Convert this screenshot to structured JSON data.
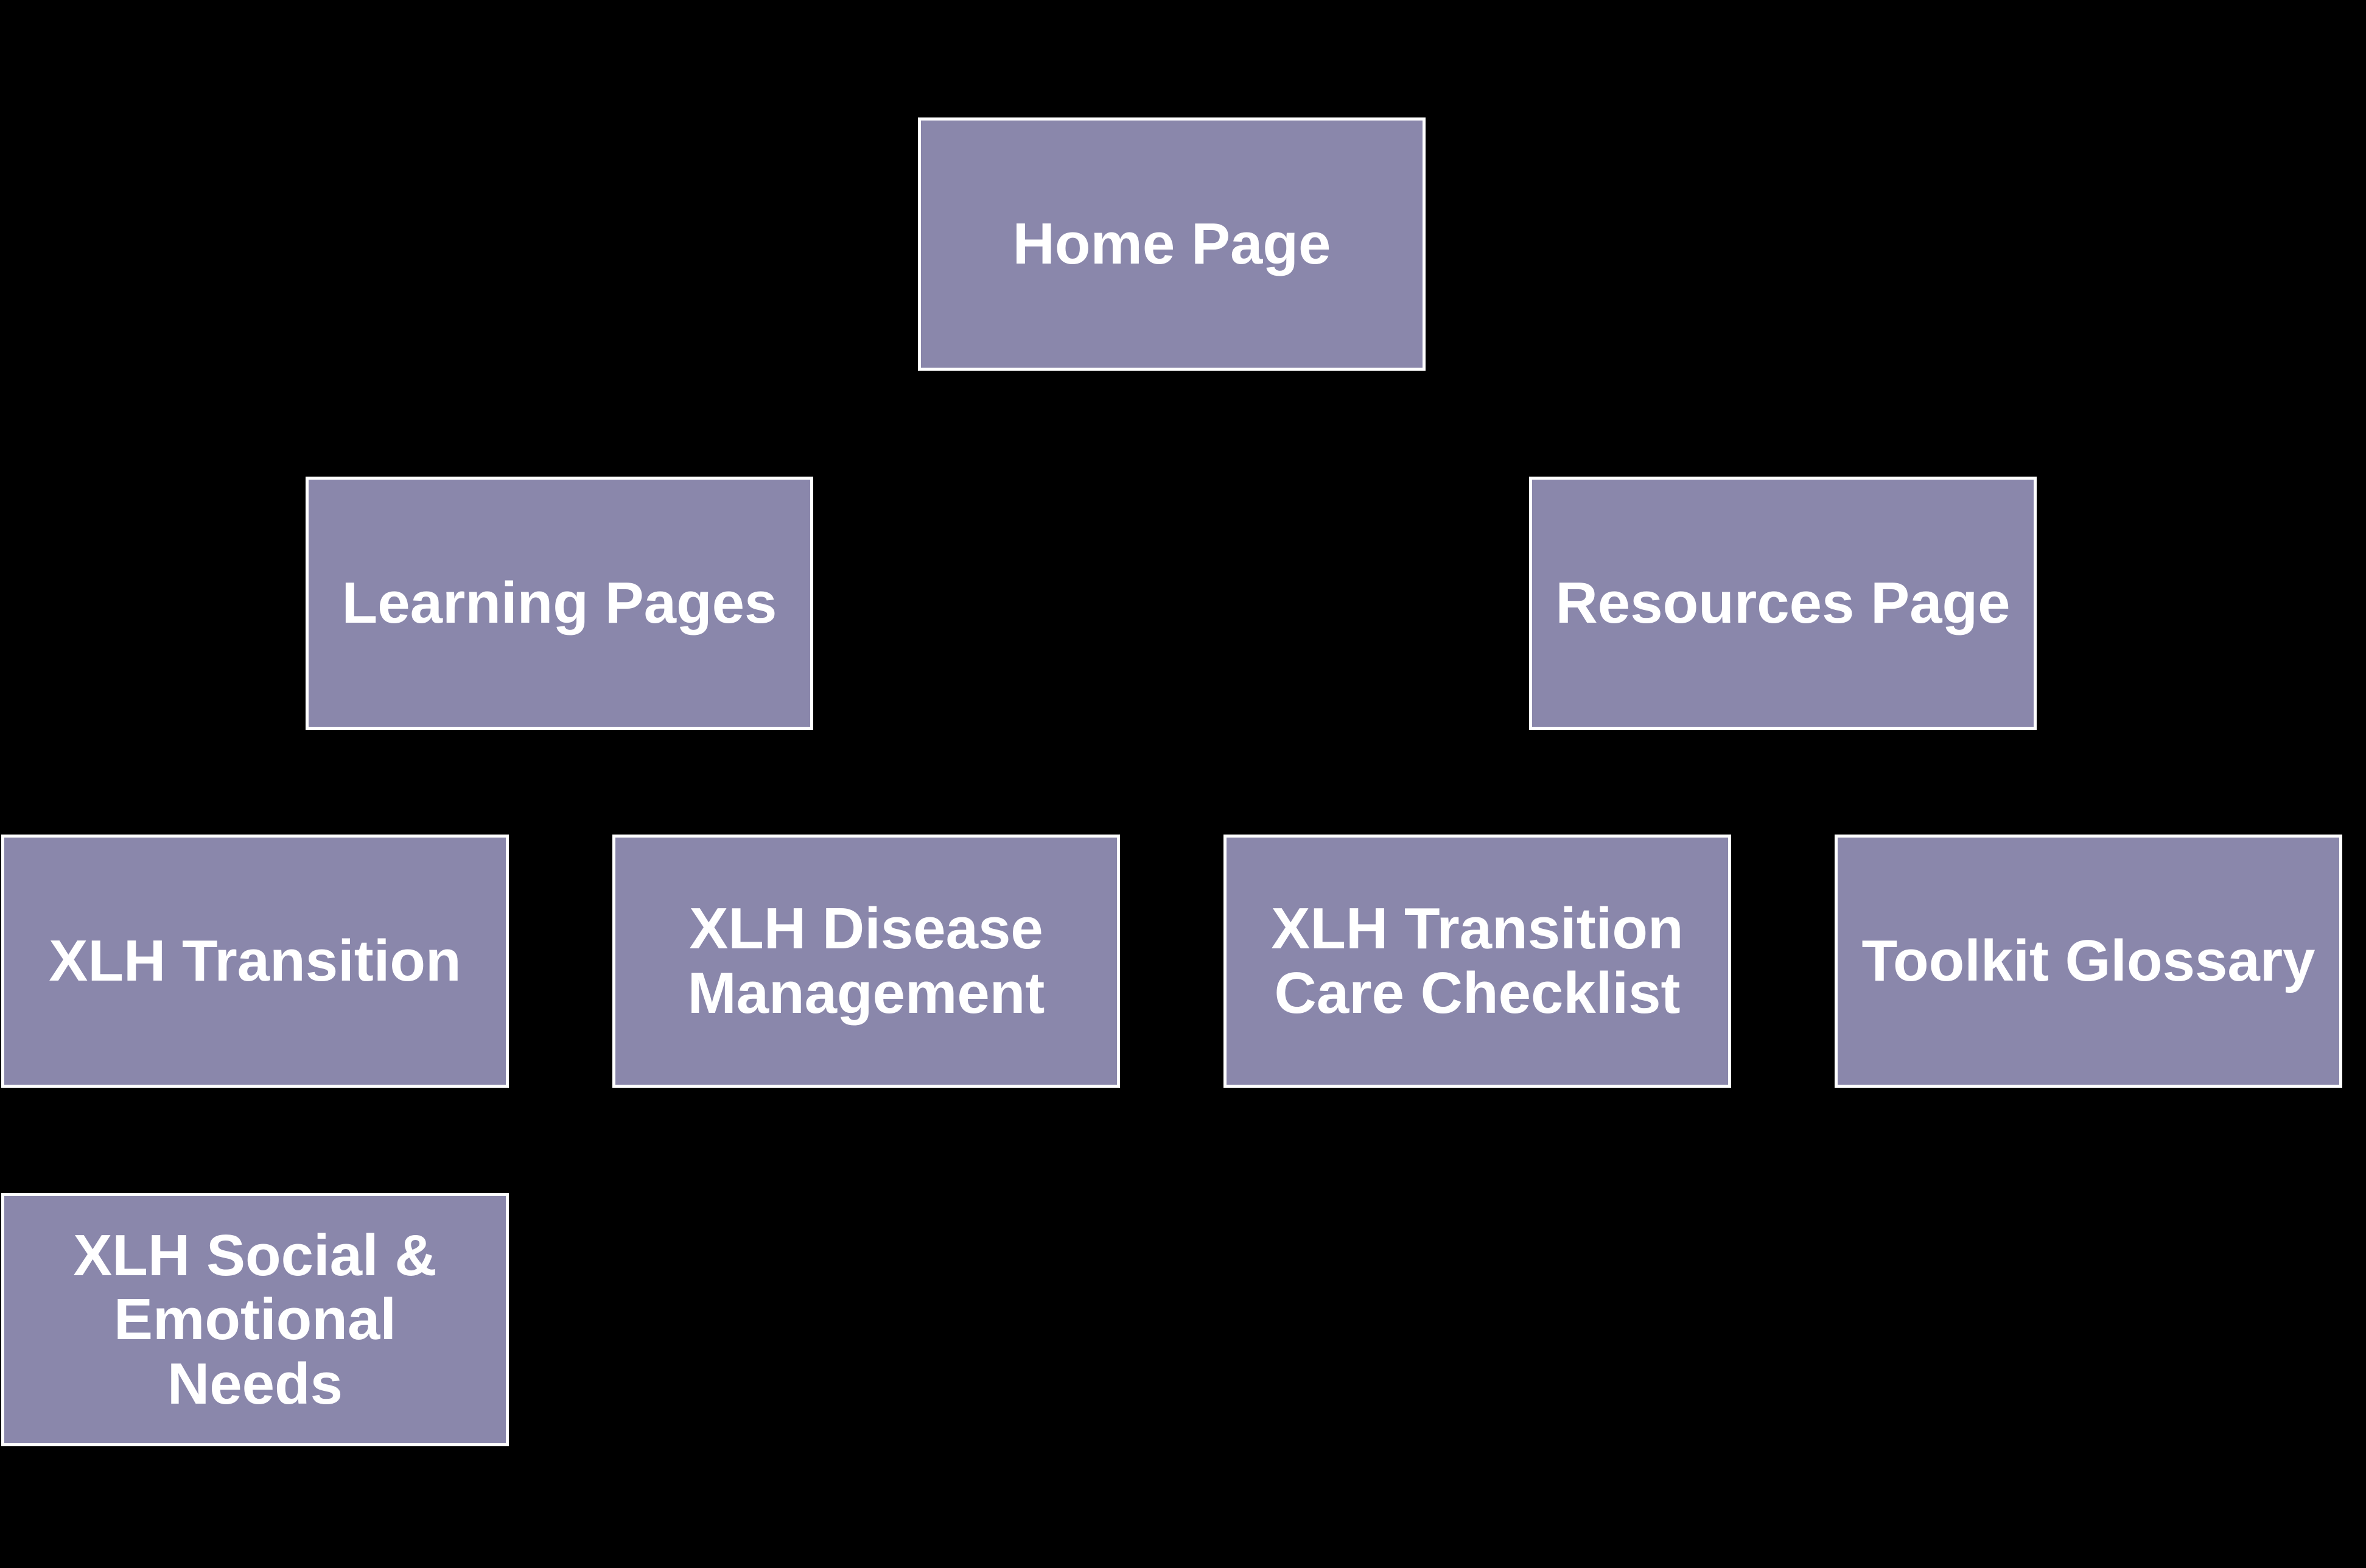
{
  "colors": {
    "background": "#000000",
    "node_fill": "#8a87ab",
    "node_border": "#ffffff",
    "text": "#ffffff",
    "connector": "#000000"
  },
  "nodes": {
    "home": "Home Page",
    "learning": "Learning Pages",
    "resources": "Resources Page",
    "transition": "XLH Transition",
    "disease": "XLH Disease\nManagement",
    "checklist": "XLH Transition\nCare Checklist",
    "glossary": "Toolkit Glossary",
    "social": "XLH Social &\nEmotional\nNeeds"
  }
}
